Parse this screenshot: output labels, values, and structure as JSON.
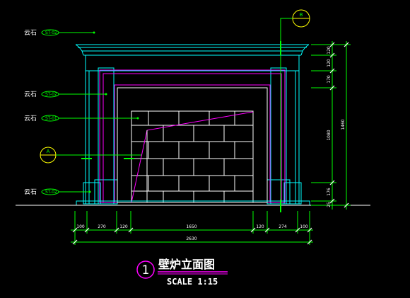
{
  "drawing": {
    "title": "壁炉立面图",
    "number": "1",
    "scale": "SCALE 1:15"
  },
  "callouts": [
    {
      "label": "云石",
      "code": "ST-02"
    },
    {
      "label": "云石",
      "code": "ST-02"
    },
    {
      "label": "云石",
      "code": "ST-01"
    },
    {
      "label": "云石",
      "code": "ST-02"
    }
  ],
  "section_markers": {
    "left": "A",
    "top": "B"
  },
  "horizontal_dims": [
    "100",
    "270",
    "120",
    "1650",
    "120",
    "274",
    "100"
  ],
  "overall_width": "2630",
  "vertical_dims_inner": [
    "120",
    "120",
    "170",
    "1080",
    "176",
    "25"
  ],
  "vertical_dims_outer": [
    "1460"
  ],
  "colors": {
    "background": "#000000",
    "outline": "#00ffff",
    "trim": "#ff00ff",
    "leader": "#00ff00",
    "marker": "#ffff00",
    "text": "#ffffff"
  }
}
